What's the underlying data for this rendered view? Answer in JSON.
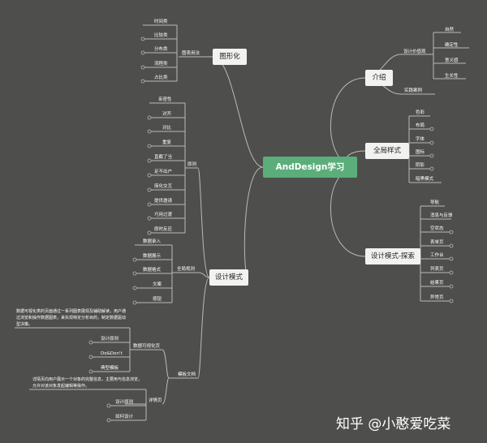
{
  "center": "AndDesign学习",
  "branches": {
    "intro": {
      "label": "介绍",
      "values_label": "设计价值观",
      "values": [
        "自然",
        "确定性",
        "意义感",
        "生长性"
      ],
      "cases_label": "实践案例"
    },
    "global": {
      "label": "全局样式",
      "items": [
        "色彩",
        "布局",
        "字体",
        "图标",
        "阴影",
        "暗黑模式"
      ]
    },
    "patterns": {
      "label": "设计模式-探索",
      "items": [
        "导航",
        "消息与反馈",
        "空状态",
        "表单页",
        "工作台",
        "列表页",
        "结果页",
        "异常页"
      ]
    },
    "graphic": {
      "label": "图形化",
      "sub_label": "图表用法",
      "items": [
        "时间类",
        "比较类",
        "分布类",
        "流程类",
        "占比类"
      ]
    },
    "design": {
      "label": "设计模式",
      "principles_label": "原则",
      "principles": [
        "亲密性",
        "对齐",
        "对比",
        "重复",
        "直截了当",
        "足不出户",
        "简化交互",
        "提供邀请",
        "巧用过渡",
        "即时反应"
      ],
      "global_rules_label": "全局规则",
      "global_rules": [
        "数据录入",
        "数据展示",
        "数据格式",
        "文案",
        "按钮"
      ],
      "templates_label": "模板文档",
      "dataviz_label": "数据可视化页",
      "dataviz_desc": "数据可视化类的页面通过一系列图表展现及辅助解读，用户通过浏览和操作数据图表，来实现特定分析目的，制定数据驱动型决策。",
      "dataviz_items": [
        "设计原则",
        "Do&Don't",
        "典型模板"
      ],
      "detail_label": "详情页",
      "detail_desc": "详情页向用户展示一个对象的完整信息，主要用与信息浏览，允许对该对象发起编辑等操作。",
      "detail_items": [
        "设计原则",
        "如何设计"
      ]
    }
  },
  "watermark": "知乎 @小憨爱吃菜"
}
